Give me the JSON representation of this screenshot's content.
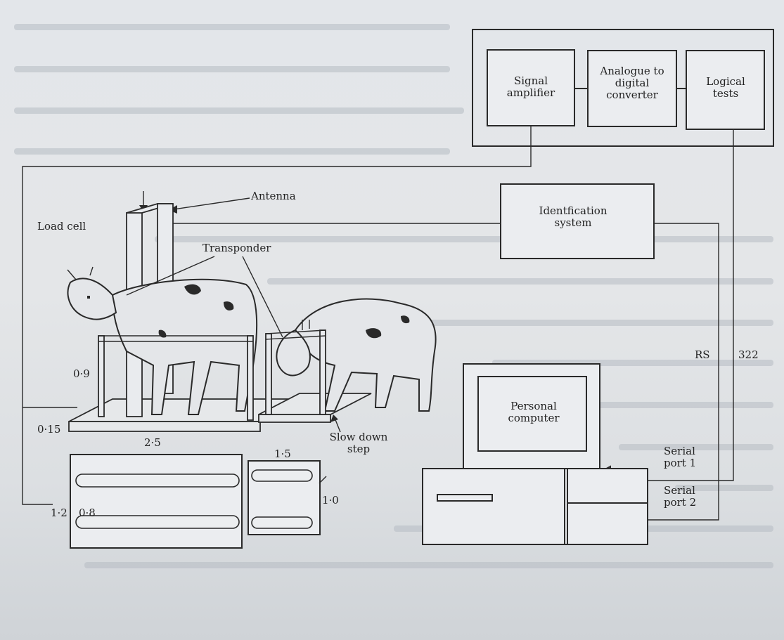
{
  "labels": {
    "signal_amplifier": "Signal\namplifier",
    "adc": "Analogue to\ndigital\nconverter",
    "logical_tests": "Logical\ntests",
    "antenna": "Antenna",
    "identification_system": "Identfication\nsystem",
    "load_cell": "Load cell",
    "transponder": "Transponder",
    "rs": "RS",
    "rs_number": "322",
    "personal_computer": "Personal\ncomputer",
    "serial_port_1": "Serial\nport 1",
    "serial_port_2": "Serial\nport 2",
    "slow_down_step": "Slow down\nstep"
  },
  "dimensions": {
    "d_0_9": "0·9",
    "d_0_15": "0·15",
    "d_2_5": "2·5",
    "d_1_5": "1·5",
    "d_1_0": "1·0",
    "d_1_2": "1·2",
    "d_0_8": "0·8"
  }
}
